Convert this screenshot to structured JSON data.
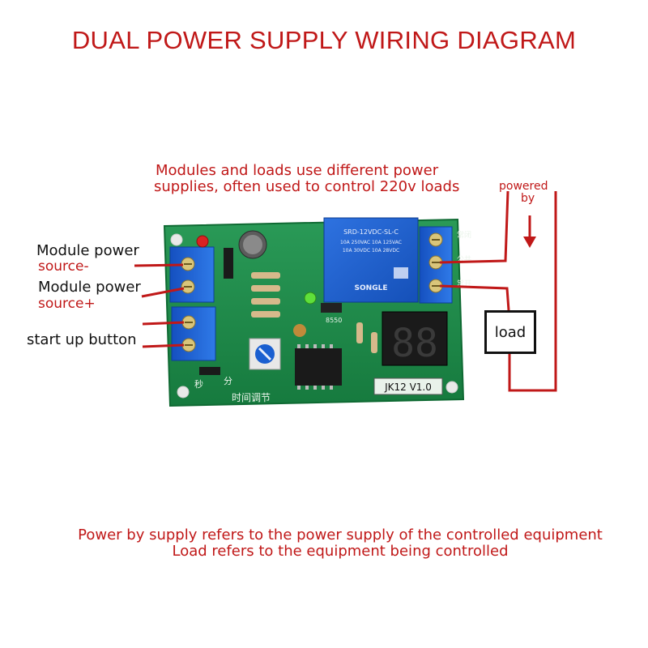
{
  "title": "DUAL POWER SUPPLY WIRING DIAGRAM",
  "top_note": {
    "line1": "Modules and loads use different power",
    "line2": "supplies, often used to control 220v loads"
  },
  "powered_by": {
    "line1": "powered",
    "line2": "by"
  },
  "left_labels": {
    "module_minus_line1": "Module power",
    "module_minus_line2": "source-",
    "module_plus_line1": "Module power",
    "module_plus_line2": "source+",
    "start_button": "start up button"
  },
  "load_label": "load",
  "board": {
    "relay_text1": "SRD-12VDC-SL-C",
    "relay_text2": "10A 250VAC 10A 125VAC",
    "relay_text3": "10A 30VDC 10A 28VDC",
    "relay_brand": "SONGLE",
    "version": "JK12 V1.0",
    "time_adjust": "时间调节",
    "sec": "秒",
    "min": "分",
    "transistor": "8550",
    "display_digits": "88",
    "terminal_nc": "常闭",
    "terminal_com": "公共",
    "terminal_no": "常开"
  },
  "footer": {
    "line1": "Power by supply refers to the power supply of the controlled equipment",
    "line2": "Load refers to the equipment being controlled"
  },
  "colors": {
    "accent_red": "#c01818",
    "pcb_green": "#1d8a4a",
    "terminal_blue": "#1a5fd0",
    "relay_blue": "#1a5fd0"
  }
}
